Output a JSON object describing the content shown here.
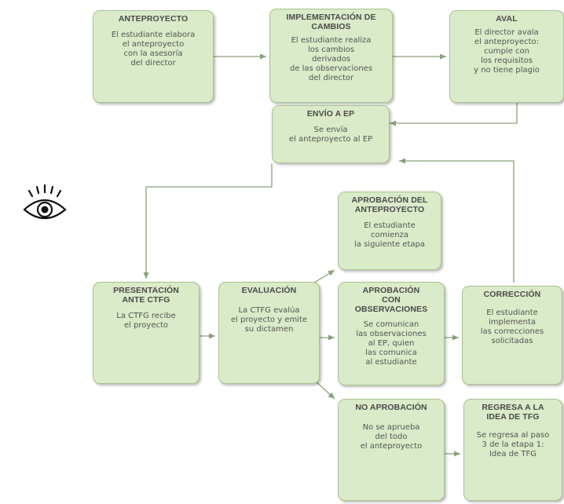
{
  "boxes": {
    "anteproyecto": {
      "title": "ANTEPROYECTO",
      "text": "El estudiante elabora\nel anteproyecto\ncon la asesoría\ndel director"
    },
    "implementacion": {
      "title": "IMPLEMENTACIÓN DE\nCAMBIOS",
      "text": "El estudiante realiza\nlos cambios\nderivados\nde las observaciones\ndel director"
    },
    "aval": {
      "title": "AVAL",
      "text": "El director avala\nel anteproyecto:\ncumple con\nlos requisitos\ny no tiene plagio"
    },
    "envio": {
      "title": "ENVÍO A EP",
      "text": "Se envía\nel anteproyecto al EP"
    },
    "aprobacion_anteproyecto": {
      "title": "APROBACIÓN DEL\nANTEPROYECTO",
      "text": "El estudiante\ncomienza\nla siguiente etapa"
    },
    "presentacion": {
      "title": "PRESENTACIÓN\nANTE CTFG",
      "text": "La CTFG recibe\nel proyecto"
    },
    "evaluacion": {
      "title": "EVALUACIÓN",
      "text": "La CTFG evalúa\nel proyecto y emite\nsu dictamen"
    },
    "aprobacion_observaciones": {
      "title": "APROBACIÓN\nCON\nOBSERVACIONES",
      "text": "Se comunican\nlas observaciones\nal EP, quien\nlas comunica\nal estudiante"
    },
    "correccion": {
      "title": "CORRECCIÓN",
      "text": "El estudiante\nimplementa\nlas correcciones\nsolicitadas"
    },
    "no_aprobacion": {
      "title": "NO APROBACIÓN",
      "text": "No se aprueba\ndel todo\nel anteproyecto"
    },
    "regresa": {
      "title": "REGRESA A LA\nIDEA DE TFG",
      "text": "Se regresa al paso\n3 de la etapa 1:\nIdea de TFG"
    }
  },
  "icons": {
    "eye": "eye-icon"
  },
  "colors": {
    "box_fill": "#d9ebc8",
    "box_border": "#a9c48f",
    "arrow": "#8aa07a"
  }
}
